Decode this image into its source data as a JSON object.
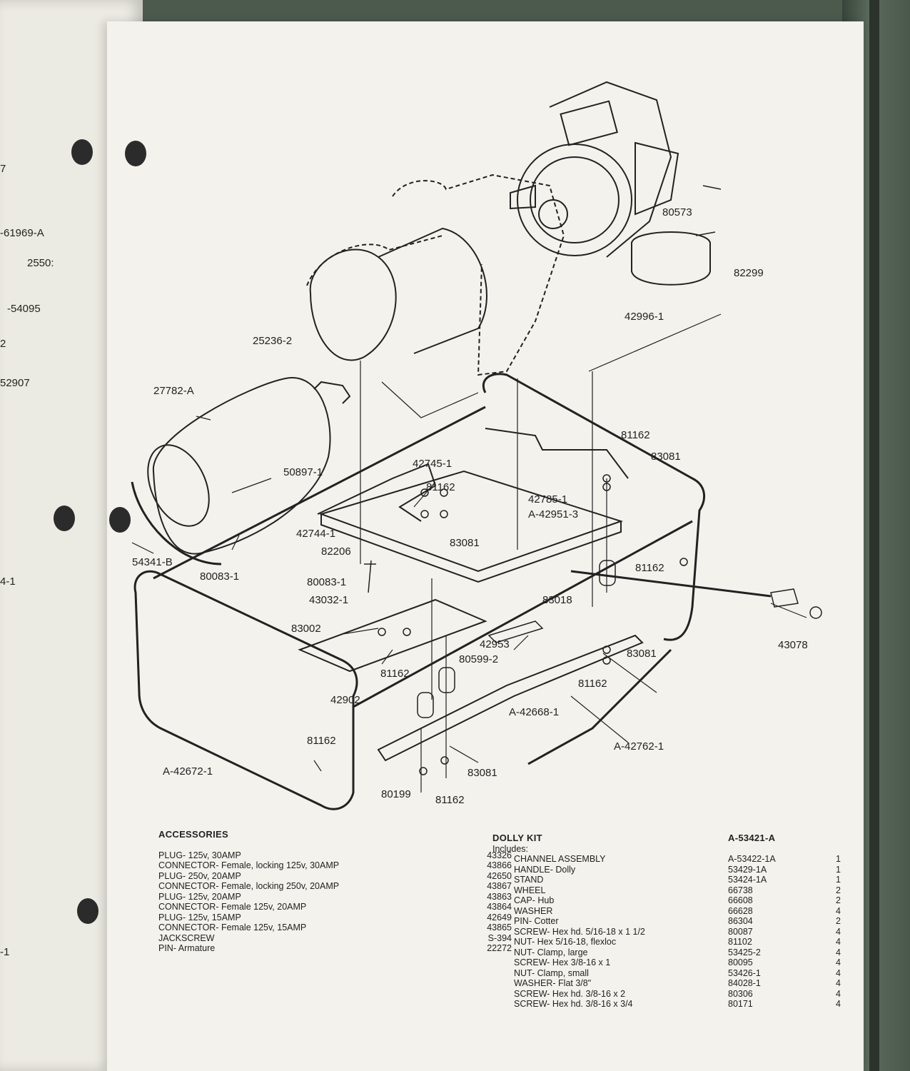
{
  "left_page_fragments": [
    "7",
    "-61969-A",
    "2550:",
    "-54095",
    "2",
    "52907",
    "4-1",
    "-1"
  ],
  "part_labels": [
    "80573",
    "82299",
    "42996-1",
    "25236-2",
    "27782-A",
    "81162",
    "83081",
    "42745-1",
    "50897-1",
    "81162",
    "42785-1",
    "A-42951-3",
    "42744-1",
    "83081",
    "82206",
    "54341-B",
    "80083-1",
    "80083-1",
    "81162",
    "43032-1",
    "83018",
    "43078",
    "83002",
    "42953",
    "80599-2",
    "83081",
    "81162",
    "42902",
    "81162",
    "A-42668-1",
    "81162",
    "A-42762-1",
    "A-42672-1",
    "80199",
    "83081",
    "81162"
  ],
  "accessories": {
    "title": "ACCESSORIES",
    "items": [
      {
        "desc": "PLUG- 125v, 30AMP",
        "num": "43326"
      },
      {
        "desc": "CONNECTOR- Female, locking 125v, 30AMP",
        "num": "43866"
      },
      {
        "desc": "PLUG- 250v, 20AMP",
        "num": "42650"
      },
      {
        "desc": "CONNECTOR- Female, locking 250v, 20AMP",
        "num": "43867"
      },
      {
        "desc": "PLUG- 125v, 20AMP",
        "num": "43863"
      },
      {
        "desc": "CONNECTOR- Female 125v, 20AMP",
        "num": "43864"
      },
      {
        "desc": "PLUG- 125v, 15AMP",
        "num": "42649"
      },
      {
        "desc": "CONNECTOR- Female 125v, 15AMP",
        "num": "43865"
      },
      {
        "desc": "JACKSCREW",
        "num": "S-394"
      },
      {
        "desc": "PIN- Armature",
        "num": "22272"
      }
    ]
  },
  "dolly_kit": {
    "title": "DOLLY KIT",
    "number": "A-53421-A",
    "includes": "Includes:",
    "items": [
      {
        "desc": "CHANNEL ASSEMBLY",
        "num": "A-53422-1A",
        "qty": "1"
      },
      {
        "desc": "HANDLE- Dolly",
        "num": "53429-1A",
        "qty": "1"
      },
      {
        "desc": "STAND",
        "num": "53424-1A",
        "qty": "1"
      },
      {
        "desc": "WHEEL",
        "num": "66738",
        "qty": "2"
      },
      {
        "desc": "CAP- Hub",
        "num": "66608",
        "qty": "2"
      },
      {
        "desc": "WASHER",
        "num": "66628",
        "qty": "4"
      },
      {
        "desc": "PIN- Cotter",
        "num": "86304",
        "qty": "2"
      },
      {
        "desc": "SCREW- Hex hd. 5/16-18 x 1 1/2",
        "num": "80087",
        "qty": "4"
      },
      {
        "desc": "NUT- Hex 5/16-18, flexloc",
        "num": "81102",
        "qty": "4"
      },
      {
        "desc": "NUT- Clamp, large",
        "num": "53425-2",
        "qty": "4"
      },
      {
        "desc": "SCREW- Hex 3/8-16 x 1",
        "num": "80095",
        "qty": "4"
      },
      {
        "desc": "NUT- Clamp, small",
        "num": "53426-1",
        "qty": "4"
      },
      {
        "desc": "WASHER- Flat 3/8\"",
        "num": "84028-1",
        "qty": "4"
      },
      {
        "desc": "SCREW- Hex hd. 3/8-16 x 2",
        "num": "80306",
        "qty": "4"
      },
      {
        "desc": "SCREW- Hex hd. 3/8-16 x 3/4",
        "num": "80171",
        "qty": "4"
      }
    ]
  }
}
